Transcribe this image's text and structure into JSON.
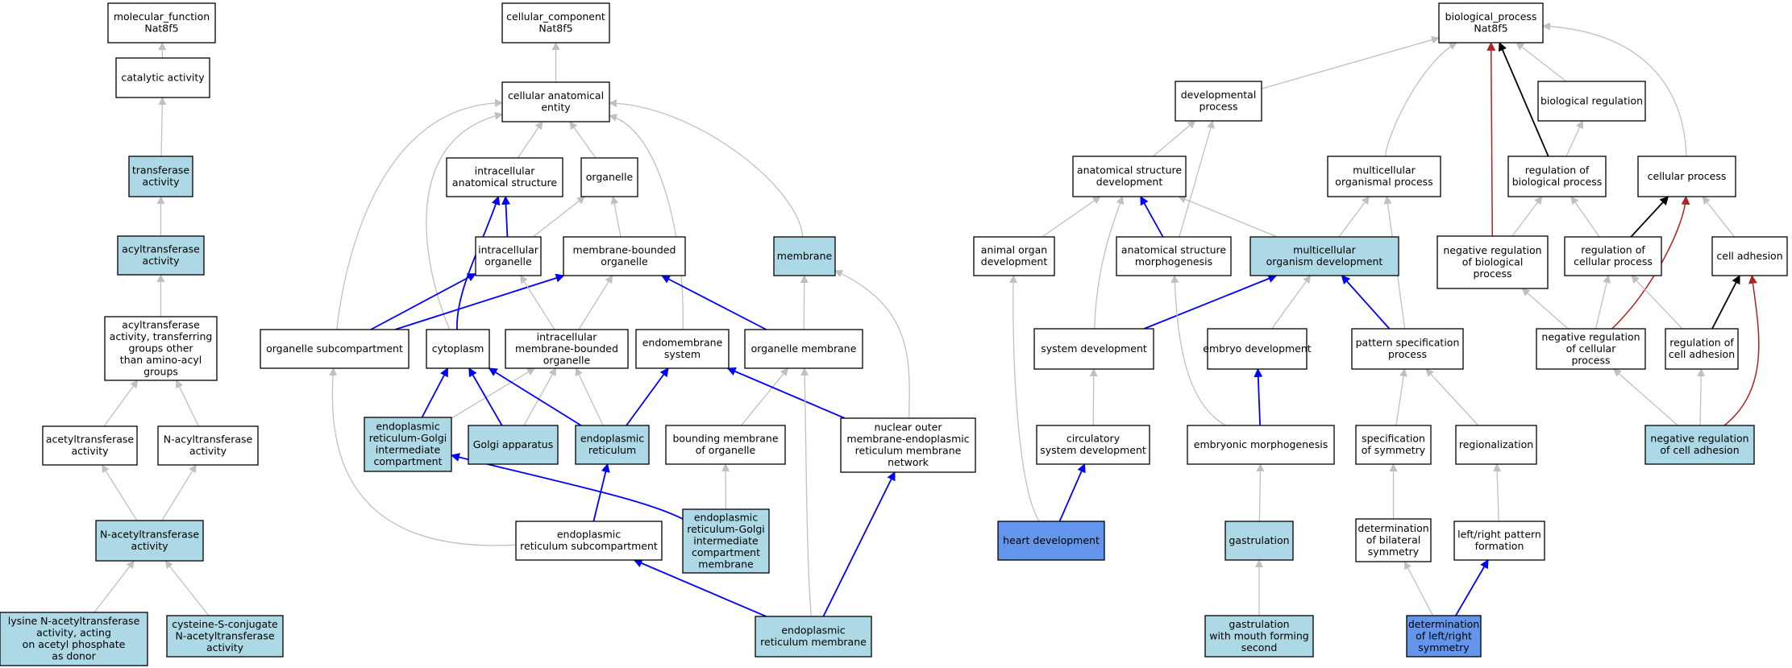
{
  "colors": {
    "plain": "#ffffff",
    "light": "#add8e6",
    "dark": "#6495ed",
    "edge_gray": "#c0c0c0",
    "edge_blue": "#0000ff",
    "edge_black": "#000000",
    "edge_red": "#b22222"
  },
  "nodes": [
    {
      "id": "mf",
      "lines": [
        "molecular_function",
        "Nat8f5"
      ],
      "style": "plain"
    },
    {
      "id": "catalytic",
      "lines": [
        "catalytic activity"
      ],
      "style": "plain"
    },
    {
      "id": "transferase",
      "lines": [
        "transferase",
        "activity"
      ],
      "style": "light"
    },
    {
      "id": "acyltransferase",
      "lines": [
        "acyltransferase",
        "activity"
      ],
      "style": "light"
    },
    {
      "id": "acyl_other",
      "lines": [
        "acyltransferase",
        "activity, transferring",
        "groups other",
        "than amino-acyl",
        "groups"
      ],
      "style": "plain"
    },
    {
      "id": "acetyltransferase",
      "lines": [
        "acetyltransferase",
        "activity"
      ],
      "style": "plain"
    },
    {
      "id": "n_acyl",
      "lines": [
        "N-acyltransferase",
        "activity"
      ],
      "style": "plain"
    },
    {
      "id": "n_acetyl",
      "lines": [
        "N-acetyltransferase",
        "activity"
      ],
      "style": "light"
    },
    {
      "id": "lysine",
      "lines": [
        "lysine N-acetyltransferase",
        "activity, acting",
        "on acetyl phosphate",
        "as donor"
      ],
      "style": "light"
    },
    {
      "id": "cysteine",
      "lines": [
        "cysteine-S-conjugate",
        "N-acetyltransferase",
        "activity"
      ],
      "style": "light"
    },
    {
      "id": "cc",
      "lines": [
        "cellular_component",
        "Nat8f5"
      ],
      "style": "plain"
    },
    {
      "id": "cae",
      "lines": [
        "cellular anatomical",
        "entity"
      ],
      "style": "plain"
    },
    {
      "id": "ias",
      "lines": [
        "intracellular",
        "anatomical structure"
      ],
      "style": "plain"
    },
    {
      "id": "organelle",
      "lines": [
        "organelle"
      ],
      "style": "plain"
    },
    {
      "id": "membrane",
      "lines": [
        "membrane"
      ],
      "style": "light"
    },
    {
      "id": "io",
      "lines": [
        "intracellular",
        "organelle"
      ],
      "style": "plain"
    },
    {
      "id": "mbo",
      "lines": [
        "membrane-bounded",
        "organelle"
      ],
      "style": "plain"
    },
    {
      "id": "osub",
      "lines": [
        "organelle subcompartment"
      ],
      "style": "plain"
    },
    {
      "id": "cytoplasm",
      "lines": [
        "cytoplasm"
      ],
      "style": "plain"
    },
    {
      "id": "imbo",
      "lines": [
        "intracellular",
        "membrane-bounded",
        "organelle"
      ],
      "style": "plain"
    },
    {
      "id": "endomem",
      "lines": [
        "endomembrane",
        "system"
      ],
      "style": "plain"
    },
    {
      "id": "om",
      "lines": [
        "organelle membrane"
      ],
      "style": "plain"
    },
    {
      "id": "ergic",
      "lines": [
        "endoplasmic",
        "reticulum-Golgi",
        "intermediate",
        "compartment"
      ],
      "style": "light"
    },
    {
      "id": "golgi",
      "lines": [
        "Golgi apparatus"
      ],
      "style": "light"
    },
    {
      "id": "er",
      "lines": [
        "endoplasmic",
        "reticulum"
      ],
      "style": "light"
    },
    {
      "id": "bmo",
      "lines": [
        "bounding membrane",
        "of organelle"
      ],
      "style": "plain"
    },
    {
      "id": "nomer",
      "lines": [
        "nuclear outer",
        "membrane-endoplasmic",
        "reticulum membrane",
        "network"
      ],
      "style": "plain"
    },
    {
      "id": "ersub",
      "lines": [
        "endoplasmic",
        "reticulum subcompartment"
      ],
      "style": "plain"
    },
    {
      "id": "ergicm",
      "lines": [
        "endoplasmic",
        "reticulum-Golgi",
        "intermediate",
        "compartment",
        "membrane"
      ],
      "style": "light"
    },
    {
      "id": "erm",
      "lines": [
        "endoplasmic",
        "reticulum membrane"
      ],
      "style": "light"
    },
    {
      "id": "bp",
      "lines": [
        "biological_process",
        "Nat8f5"
      ],
      "style": "plain"
    },
    {
      "id": "devproc",
      "lines": [
        "developmental",
        "process"
      ],
      "style": "plain"
    },
    {
      "id": "bioreg",
      "lines": [
        "biological regulation"
      ],
      "style": "plain"
    },
    {
      "id": "asd",
      "lines": [
        "anatomical structure",
        "development"
      ],
      "style": "plain"
    },
    {
      "id": "mop",
      "lines": [
        "multicellular",
        "organismal process"
      ],
      "style": "plain"
    },
    {
      "id": "regbp",
      "lines": [
        "regulation of",
        "biological process"
      ],
      "style": "plain"
    },
    {
      "id": "cellproc",
      "lines": [
        "cellular process"
      ],
      "style": "plain"
    },
    {
      "id": "aod",
      "lines": [
        "animal organ",
        "development"
      ],
      "style": "plain"
    },
    {
      "id": "asm",
      "lines": [
        "anatomical structure",
        "morphogenesis"
      ],
      "style": "plain"
    },
    {
      "id": "mod",
      "lines": [
        "multicellular",
        "organism development"
      ],
      "style": "light"
    },
    {
      "id": "nrbp",
      "lines": [
        "negative regulation",
        "of biological",
        "process"
      ],
      "style": "plain"
    },
    {
      "id": "regcp",
      "lines": [
        "regulation of",
        "cellular process"
      ],
      "style": "plain"
    },
    {
      "id": "celladh",
      "lines": [
        "cell adhesion"
      ],
      "style": "plain"
    },
    {
      "id": "sysdev",
      "lines": [
        "system development"
      ],
      "style": "plain"
    },
    {
      "id": "embdev",
      "lines": [
        "embryo development"
      ],
      "style": "plain"
    },
    {
      "id": "psp",
      "lines": [
        "pattern specification",
        "process"
      ],
      "style": "plain"
    },
    {
      "id": "nrcp",
      "lines": [
        "negative regulation",
        "of cellular",
        "process"
      ],
      "style": "plain"
    },
    {
      "id": "regca",
      "lines": [
        "regulation of",
        "cell adhesion"
      ],
      "style": "plain"
    },
    {
      "id": "circ",
      "lines": [
        "circulatory",
        "system development"
      ],
      "style": "plain"
    },
    {
      "id": "embmorph",
      "lines": [
        "embryonic morphogenesis"
      ],
      "style": "plain"
    },
    {
      "id": "specsym",
      "lines": [
        "specification",
        "of symmetry"
      ],
      "style": "plain"
    },
    {
      "id": "regional",
      "lines": [
        "regionalization"
      ],
      "style": "plain"
    },
    {
      "id": "nrca",
      "lines": [
        "negative regulation",
        "of cell adhesion"
      ],
      "style": "light"
    },
    {
      "id": "heart",
      "lines": [
        "heart development"
      ],
      "style": "dark"
    },
    {
      "id": "gastr",
      "lines": [
        "gastrulation"
      ],
      "style": "light"
    },
    {
      "id": "detbil",
      "lines": [
        "determination",
        "of bilateral",
        "symmetry"
      ],
      "style": "plain"
    },
    {
      "id": "lrpf",
      "lines": [
        "left/right pattern",
        "formation"
      ],
      "style": "plain"
    },
    {
      "id": "gastrmouth",
      "lines": [
        "gastrulation",
        "with mouth forming",
        "second"
      ],
      "style": "light"
    },
    {
      "id": "detlr",
      "lines": [
        "determination",
        "of left/right",
        "symmetry"
      ],
      "style": "dark"
    }
  ],
  "edges": [
    {
      "from": "catalytic",
      "to": "mf",
      "color": "gray"
    },
    {
      "from": "transferase",
      "to": "catalytic",
      "color": "gray"
    },
    {
      "from": "acyltransferase",
      "to": "transferase",
      "color": "gray"
    },
    {
      "from": "acyl_other",
      "to": "acyltransferase",
      "color": "gray"
    },
    {
      "from": "acetyltransferase",
      "to": "acyl_other",
      "color": "gray"
    },
    {
      "from": "n_acyl",
      "to": "acyl_other",
      "color": "gray"
    },
    {
      "from": "n_acetyl",
      "to": "acetyltransferase",
      "color": "gray"
    },
    {
      "from": "n_acetyl",
      "to": "n_acyl",
      "color": "gray"
    },
    {
      "from": "lysine",
      "to": "n_acetyl",
      "color": "gray"
    },
    {
      "from": "cysteine",
      "to": "n_acetyl",
      "color": "gray"
    },
    {
      "from": "cae",
      "to": "cc",
      "color": "gray"
    },
    {
      "from": "ias",
      "to": "cae",
      "color": "gray"
    },
    {
      "from": "organelle",
      "to": "cae",
      "color": "gray"
    },
    {
      "from": "membrane",
      "to": "cae",
      "color": "gray"
    },
    {
      "from": "osub",
      "to": "cae",
      "color": "gray"
    },
    {
      "from": "cytoplasm",
      "to": "cae",
      "color": "gray"
    },
    {
      "from": "endomem",
      "to": "cae",
      "color": "gray"
    },
    {
      "from": "io",
      "to": "ias",
      "color": "blue"
    },
    {
      "from": "io",
      "to": "organelle",
      "color": "gray"
    },
    {
      "from": "mbo",
      "to": "organelle",
      "color": "gray"
    },
    {
      "from": "cytoplasm",
      "to": "ias",
      "color": "blue"
    },
    {
      "from": "osub",
      "to": "io",
      "color": "blue"
    },
    {
      "from": "osub",
      "to": "mbo",
      "color": "blue"
    },
    {
      "from": "imbo",
      "to": "io",
      "color": "gray"
    },
    {
      "from": "imbo",
      "to": "mbo",
      "color": "gray"
    },
    {
      "from": "om",
      "to": "mbo",
      "color": "blue"
    },
    {
      "from": "om",
      "to": "membrane",
      "color": "gray"
    },
    {
      "from": "nomer",
      "to": "membrane",
      "color": "gray"
    },
    {
      "from": "ergic",
      "to": "cytoplasm",
      "color": "blue"
    },
    {
      "from": "ergic",
      "to": "imbo",
      "color": "gray"
    },
    {
      "from": "golgi",
      "to": "cytoplasm",
      "color": "blue"
    },
    {
      "from": "golgi",
      "to": "imbo",
      "color": "gray"
    },
    {
      "from": "er",
      "to": "cytoplasm",
      "color": "blue"
    },
    {
      "from": "er",
      "to": "imbo",
      "color": "gray"
    },
    {
      "from": "er",
      "to": "endomem",
      "color": "blue"
    },
    {
      "from": "bmo",
      "to": "om",
      "color": "gray"
    },
    {
      "from": "nomer",
      "to": "endomem",
      "color": "blue"
    },
    {
      "from": "ersub",
      "to": "er",
      "color": "blue"
    },
    {
      "from": "ersub",
      "to": "osub",
      "color": "gray"
    },
    {
      "from": "ergicm",
      "to": "bmo",
      "color": "gray"
    },
    {
      "from": "ergicm",
      "to": "ergic",
      "color": "blue"
    },
    {
      "from": "erm",
      "to": "ersub",
      "color": "blue"
    },
    {
      "from": "erm",
      "to": "nomer",
      "color": "blue"
    },
    {
      "from": "erm",
      "to": "om",
      "color": "gray"
    },
    {
      "from": "devproc",
      "to": "bp",
      "color": "gray"
    },
    {
      "from": "mop",
      "to": "bp",
      "color": "gray"
    },
    {
      "from": "bioreg",
      "to": "bp",
      "color": "gray"
    },
    {
      "from": "regbp",
      "to": "bp",
      "color": "black"
    },
    {
      "from": "nrbp",
      "to": "bp",
      "color": "red"
    },
    {
      "from": "cellproc",
      "to": "bp",
      "color": "gray"
    },
    {
      "from": "regbp",
      "to": "bioreg",
      "color": "gray"
    },
    {
      "from": "asd",
      "to": "devproc",
      "color": "gray"
    },
    {
      "from": "asm",
      "to": "devproc",
      "color": "gray"
    },
    {
      "from": "aod",
      "to": "asd",
      "color": "gray"
    },
    {
      "from": "asm",
      "to": "asd",
      "color": "blue"
    },
    {
      "from": "mod",
      "to": "asd",
      "color": "gray"
    },
    {
      "from": "sysdev",
      "to": "asd",
      "color": "gray"
    },
    {
      "from": "mod",
      "to": "mop",
      "color": "gray"
    },
    {
      "from": "psp",
      "to": "mop",
      "color": "gray"
    },
    {
      "from": "nrbp",
      "to": "regbp",
      "color": "gray"
    },
    {
      "from": "regcp",
      "to": "regbp",
      "color": "gray"
    },
    {
      "from": "regcp",
      "to": "cellproc",
      "color": "black"
    },
    {
      "from": "nrcp",
      "to": "cellproc",
      "color": "red"
    },
    {
      "from": "celladh",
      "to": "cellproc",
      "color": "gray"
    },
    {
      "from": "sysdev",
      "to": "mod",
      "color": "blue"
    },
    {
      "from": "embdev",
      "to": "mod",
      "color": "gray"
    },
    {
      "from": "psp",
      "to": "mod",
      "color": "blue"
    },
    {
      "from": "nrcp",
      "to": "nrbp",
      "color": "gray"
    },
    {
      "from": "nrcp",
      "to": "regcp",
      "color": "gray"
    },
    {
      "from": "regca",
      "to": "regcp",
      "color": "gray"
    },
    {
      "from": "regca",
      "to": "celladh",
      "color": "black"
    },
    {
      "from": "nrca",
      "to": "celladh",
      "color": "red"
    },
    {
      "from": "circ",
      "to": "sysdev",
      "color": "gray"
    },
    {
      "from": "embmorph",
      "to": "embdev",
      "color": "blue"
    },
    {
      "from": "embmorph",
      "to": "asm",
      "color": "gray"
    },
    {
      "from": "specsym",
      "to": "psp",
      "color": "gray"
    },
    {
      "from": "regional",
      "to": "psp",
      "color": "gray"
    },
    {
      "from": "nrca",
      "to": "nrcp",
      "color": "gray"
    },
    {
      "from": "nrca",
      "to": "regca",
      "color": "gray"
    },
    {
      "from": "heart",
      "to": "circ",
      "color": "blue"
    },
    {
      "from": "heart",
      "to": "aod",
      "color": "gray"
    },
    {
      "from": "gastr",
      "to": "embmorph",
      "color": "gray"
    },
    {
      "from": "detbil",
      "to": "specsym",
      "color": "gray"
    },
    {
      "from": "lrpf",
      "to": "regional",
      "color": "gray"
    },
    {
      "from": "gastrmouth",
      "to": "gastr",
      "color": "gray"
    },
    {
      "from": "detlr",
      "to": "detbil",
      "color": "gray"
    },
    {
      "from": "detlr",
      "to": "lrpf",
      "color": "blue"
    }
  ]
}
